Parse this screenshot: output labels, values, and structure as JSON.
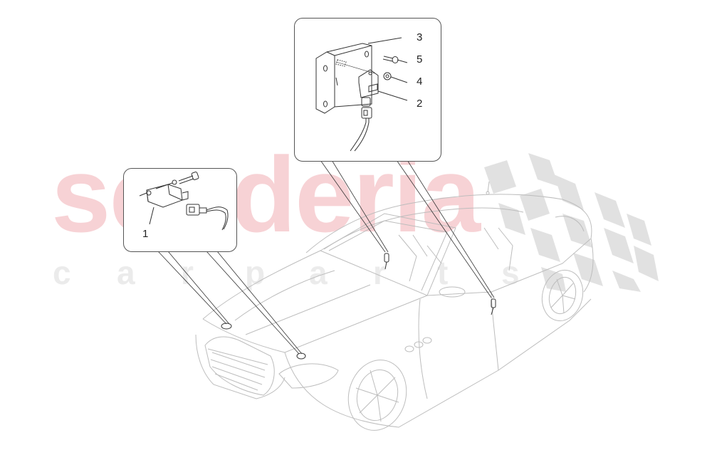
{
  "watermark": {
    "brand": "scuderia",
    "tagline_letters": [
      "c",
      "a",
      "r",
      "p",
      "a",
      "r",
      "t",
      "s"
    ],
    "brand_color": "#f7d2d5",
    "tagline_color": "#ebebeb",
    "checker_color": "#dcdcdc"
  },
  "diagram": {
    "subject": "car-outline-sedan",
    "line_color": "#bdbdbd",
    "leader_color": "#333333",
    "callouts": [
      {
        "id": "front-sensor-detail",
        "parts": [
          {
            "number": "1",
            "name": "sensor"
          }
        ]
      },
      {
        "id": "side-sensor-bracket-detail",
        "parts": [
          {
            "number": "3",
            "name": "bracket"
          },
          {
            "number": "5",
            "name": "screw"
          },
          {
            "number": "4",
            "name": "nut"
          },
          {
            "number": "2",
            "name": "sensor"
          }
        ]
      }
    ]
  }
}
